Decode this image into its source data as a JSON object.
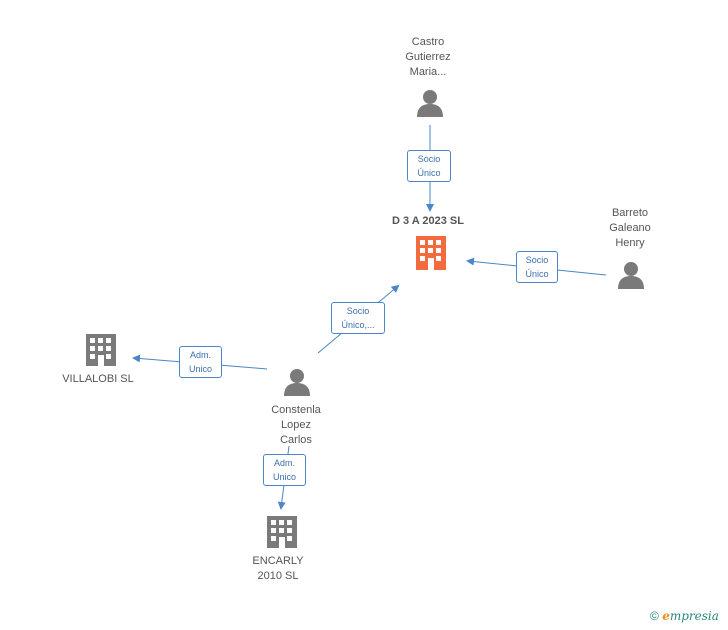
{
  "nodes": {
    "center": {
      "lines": [
        "D 3 A 2023 SL"
      ],
      "color": "#f26a3d"
    },
    "castro": {
      "lines": [
        "Castro",
        "Gutierrez",
        "Maria..."
      ]
    },
    "barreto": {
      "lines": [
        "Barreto",
        "Galeano",
        "Henry"
      ]
    },
    "constenla": {
      "lines": [
        "Constenla",
        "Lopez",
        "Carlos"
      ]
    },
    "villalobi": {
      "lines": [
        "VILLALOBI SL"
      ]
    },
    "encarly": {
      "lines": [
        "ENCARLY",
        "2010 SL"
      ]
    }
  },
  "edges": {
    "castro_center": [
      "Socio",
      "Único"
    ],
    "barreto_center": [
      "Socio",
      "Único"
    ],
    "constenla_center": [
      "Socio",
      "Único,..."
    ],
    "constenla_villalobi": [
      "Adm.",
      "Unico"
    ],
    "constenla_encarly": [
      "Adm.",
      "Unico"
    ]
  },
  "colors": {
    "edge": "#4a86c8",
    "person": "#7a7a7a",
    "company": "#7a7a7a",
    "center_company": "#f26a3d"
  },
  "footer": {
    "copyright": "©",
    "brand_initial": "e",
    "brand_rest": "mpresia"
  }
}
